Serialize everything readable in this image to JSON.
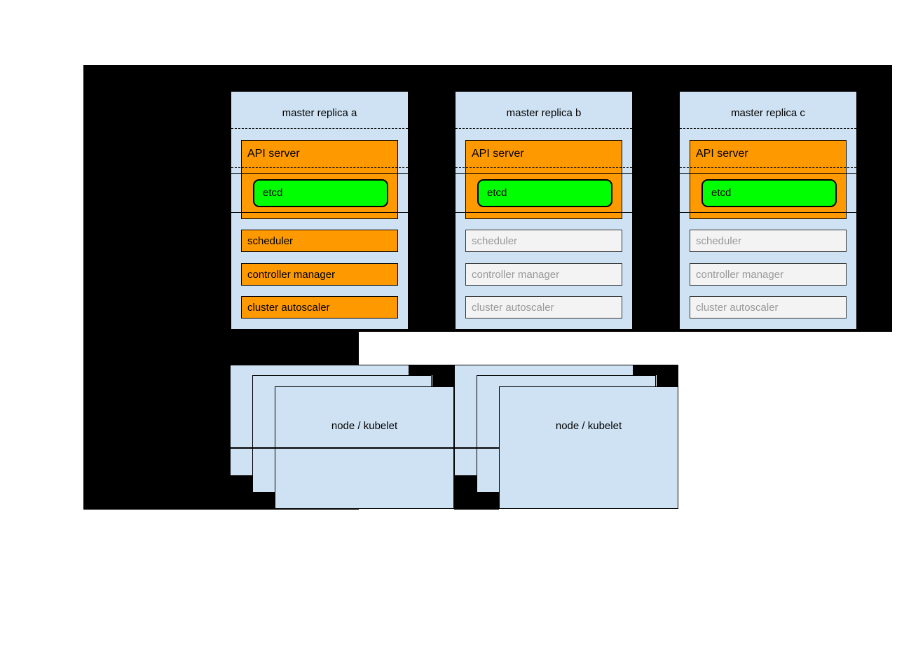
{
  "diagram": {
    "masters": [
      {
        "title": "master replica a",
        "api_server": "API server",
        "etcd": "etcd",
        "components": [
          {
            "label": "scheduler",
            "active": true
          },
          {
            "label": "controller manager",
            "active": true
          },
          {
            "label": "cluster autoscaler",
            "active": true
          }
        ]
      },
      {
        "title": "master replica b",
        "api_server": "API server",
        "etcd": "etcd",
        "components": [
          {
            "label": "scheduler",
            "active": false
          },
          {
            "label": "controller manager",
            "active": false
          },
          {
            "label": "cluster autoscaler",
            "active": false
          }
        ]
      },
      {
        "title": "master replica c",
        "api_server": "API server",
        "etcd": "etcd",
        "components": [
          {
            "label": "scheduler",
            "active": false
          },
          {
            "label": "controller manager",
            "active": false
          },
          {
            "label": "cluster autoscaler",
            "active": false
          }
        ]
      }
    ],
    "node_groups": [
      {
        "label": "node / kubelet"
      },
      {
        "label": "node / kubelet"
      }
    ],
    "colors": {
      "panel_blue": "#cfe2f3",
      "active_orange": "#ff9900",
      "etcd_green": "#00ff00",
      "inactive_fill": "#f3f3f3",
      "inactive_text": "#999999",
      "background_black": "#000000"
    }
  }
}
